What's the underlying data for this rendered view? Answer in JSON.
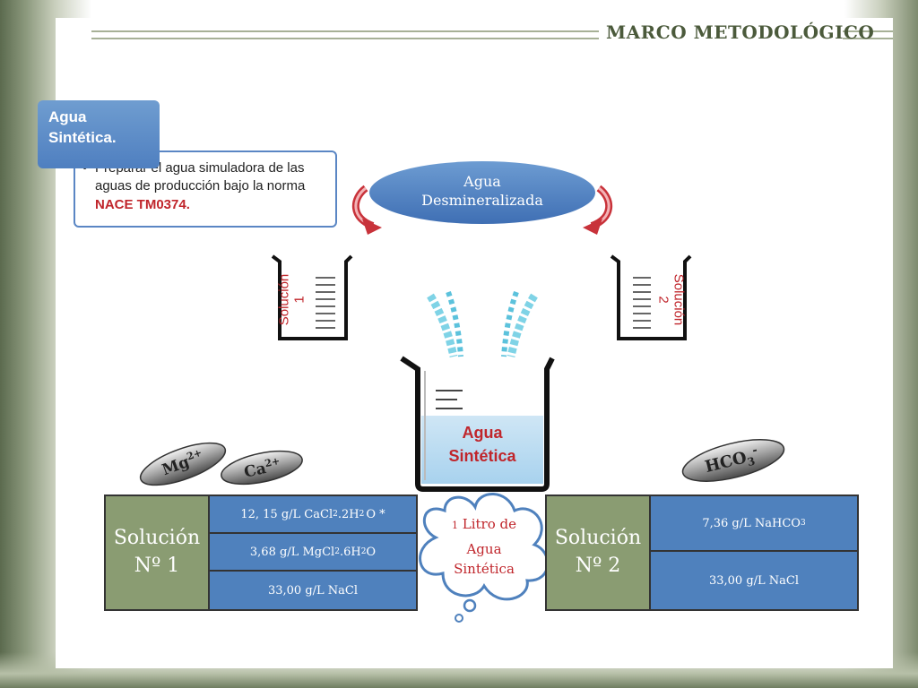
{
  "header": {
    "title": "MARCO METODOLÓGICO"
  },
  "agua_sintetica": {
    "tab_line1": "Agua",
    "tab_line2": "Sintética.",
    "bullet": "•",
    "desc_prefix": "Preparar el agua simuladora de las aguas de producción bajo la norma ",
    "desc_highlight": "NACE TM0374."
  },
  "demin": {
    "line1": "Agua",
    "line2": "Desmineralizada"
  },
  "beaker_left": {
    "line1": "Solución",
    "line2": "1"
  },
  "beaker_right": {
    "line1": "Solución",
    "line2": "2"
  },
  "center_beaker": {
    "line1": "Agua",
    "line2": "Sintética"
  },
  "ions": {
    "mg": {
      "base": "Mg",
      "sup": "2+"
    },
    "ca": {
      "base": "Ca",
      "sup": "2+"
    },
    "hco3": {
      "base": "HCO",
      "sub": "3",
      "sup": "-"
    }
  },
  "solucion1": {
    "title_line1": "Solución",
    "title_line2": "Nº 1",
    "rows": [
      {
        "pre": "12, 15 g/L CaCl",
        "s1": "2",
        "mid": ".2H",
        "s2": "2",
        "post": "O *"
      },
      {
        "pre": "3,68 g/L MgCl",
        "s1": "2",
        "mid": ".6H",
        "s2": "2",
        "post": "O"
      },
      {
        "pre": "33,00 g/L NaCl",
        "s1": "",
        "mid": "",
        "s2": "",
        "post": ""
      }
    ]
  },
  "solucion2": {
    "title_line1": "Solución",
    "title_line2": "Nº 2",
    "rows": [
      {
        "pre": "7,36 g/L NaHCO",
        "s1": "3",
        "mid": "",
        "s2": "",
        "post": ""
      },
      {
        "pre": "33,00 g/L NaCl",
        "s1": "",
        "mid": "",
        "s2": "",
        "post": ""
      }
    ]
  },
  "cloud": {
    "line1_num": "1",
    "line1_rest": " Litro de",
    "line2": "Agua",
    "line3": "Sintética"
  },
  "colors": {
    "accent_blue": "#4f81bd",
    "olive": "#8a9c72",
    "red": "#c0252b"
  }
}
